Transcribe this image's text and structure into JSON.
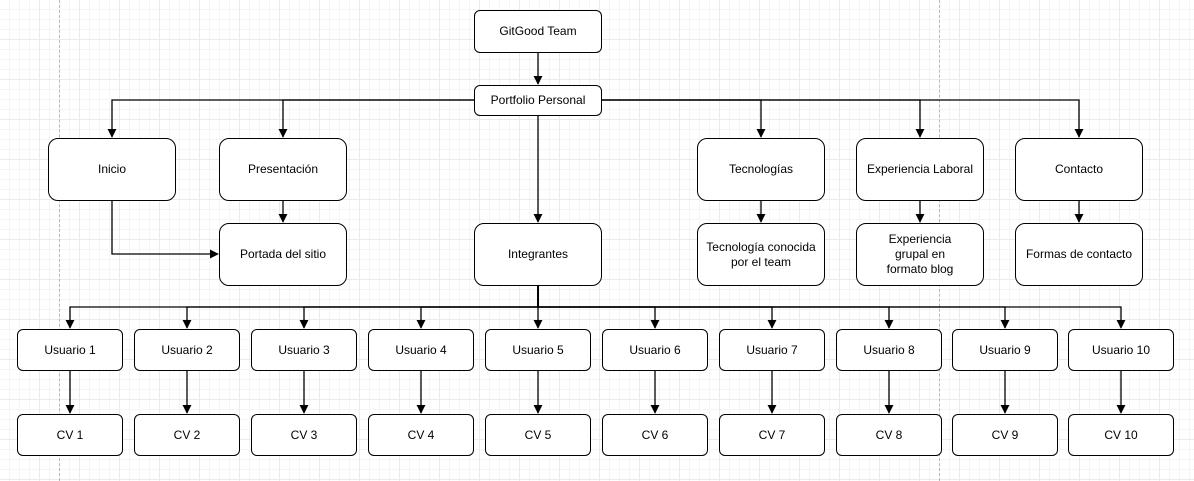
{
  "diagram": {
    "root": "GitGood Team",
    "hub": "Portfolio Personal",
    "sections": {
      "inicio": "Inicio",
      "presentacion": "Presentación",
      "portada": "Portada del sitio",
      "integrantes": "Integrantes",
      "tecnologias": "Tecnologías",
      "tecnologia_team": "Tecnología conocida por el team",
      "experiencia": "Experiencia Laboral",
      "experiencia_blog": "Experiencia grupal en formato blog",
      "contacto": "Contacto",
      "formas_contacto": "Formas de contacto"
    },
    "usuarios": [
      "Usuario 1",
      "Usuario 2",
      "Usuario 3",
      "Usuario 4",
      "Usuario 5",
      "Usuario 6",
      "Usuario 7",
      "Usuario 8",
      "Usuario 9",
      "Usuario 10"
    ],
    "cvs": [
      "CV 1",
      "CV 2",
      "CV 3",
      "CV 4",
      "CV 5",
      "CV 6",
      "CV 7",
      "CV 8",
      "CV 9",
      "CV 10"
    ]
  }
}
